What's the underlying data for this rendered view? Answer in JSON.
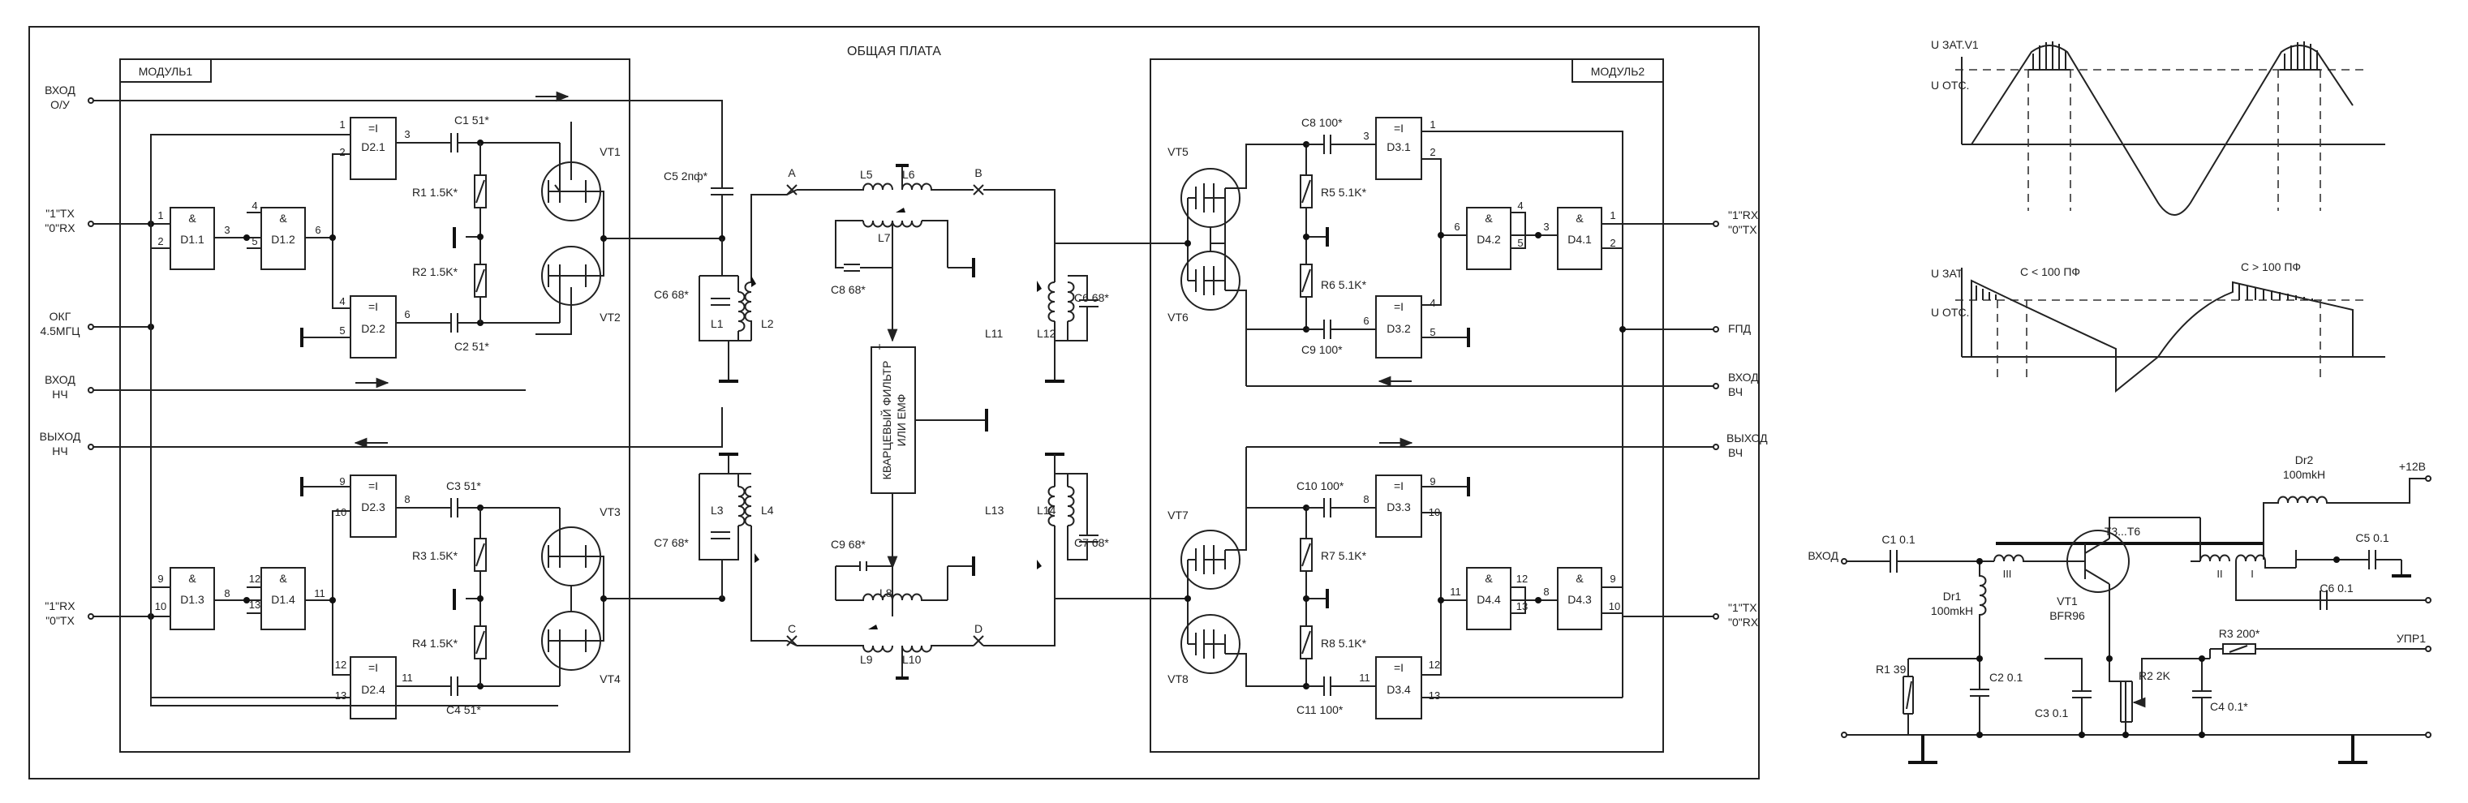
{
  "board": {
    "title": "ОБЩАЯ ПЛАТА",
    "module1": "МОДУЛЬ1",
    "module2": "МОДУЛЬ2"
  },
  "io_left": {
    "in_ov": [
      "ВХОД",
      "О/У"
    ],
    "tx_rx": [
      "\"1\"TX",
      "\"0\"RX"
    ],
    "okg": [
      "ОКГ",
      "4.5МГЦ"
    ],
    "in_nch": [
      "ВХОД",
      "НЧ"
    ],
    "out_nch": [
      "ВЫХОД",
      "НЧ"
    ],
    "rx_tx": [
      "\"1\"RX",
      "\"0\"TX"
    ]
  },
  "io_right": {
    "rx_tx": [
      "\"1\"RX",
      "\"0\"TX"
    ],
    "ftpd": "FПД",
    "in_vch": [
      "ВХОД",
      "ВЧ"
    ],
    "out_vch": [
      "ВЫХОД",
      "ВЧ"
    ],
    "tx_rx": [
      "\"1\"TX",
      "\"0\"RX"
    ]
  },
  "gates_and": {
    "and": "&",
    "xor": "=I",
    "D1_1": "D1.1",
    "D1_2": "D1.2",
    "D1_3": "D1.3",
    "D1_4": "D1.4",
    "D4_1": "D4.1",
    "D4_2": "D4.2",
    "D4_3": "D4.3",
    "D4_4": "D4.4"
  },
  "gates_xor": {
    "D2_1": "D2.1",
    "D2_2": "D2.2",
    "D2_3": "D2.3",
    "D2_4": "D2.4",
    "D3_1": "D3.1",
    "D3_2": "D3.2",
    "D3_3": "D3.3",
    "D3_4": "D3.4"
  },
  "pins": {
    "p1": "1",
    "p2": "2",
    "p3": "3",
    "p4": "4",
    "p5": "5",
    "p6": "6",
    "p8": "8",
    "p9": "9",
    "p10": "10",
    "p11": "11",
    "p12": "12",
    "p13": "13"
  },
  "components": {
    "C1": "C1 51*",
    "C2": "C2 51*",
    "C3": "C3 51*",
    "C4": "C4 51*",
    "R1": "R1 1.5K*",
    "R2": "R2 1.5K*",
    "R3": "R3 1.5K*",
    "R4": "R4 1.5K*",
    "VT1": "VT1",
    "VT2": "VT2",
    "VT3": "VT3",
    "VT4": "VT4",
    "C5": "C5 2пф*",
    "C6": "C6 68*",
    "C7": "C7 68*",
    "C8": "C8 68*",
    "C9": "C9 68*",
    "L1": "L1",
    "L2": "L2",
    "L3": "L3",
    "L4": "L4",
    "L5": "L5",
    "L6": "L6",
    "L7": "L7",
    "L8": "L8",
    "L9": "L9",
    "L10": "L10",
    "L11": "L11",
    "L12": "L12",
    "L13": "L13",
    "L14": "L14",
    "A": "A",
    "B": "B",
    "C": "C",
    "D": "D",
    "filter": [
      "КВАРЦЕВЫЙ ФИЛЬТР",
      "ИЛИ ЕМФ"
    ],
    "plus": "+",
    "VT5": "VT5",
    "VT6": "VT6",
    "VT7": "VT7",
    "VT8": "VT8",
    "R5": "R5 5.1K*",
    "R6": "R6 5.1K*",
    "R7": "R7 5.1K*",
    "R8": "R8 5.1K*",
    "C8m2": "C8 100*",
    "C9m2": "C9 100*",
    "C10m2": "C10 100*",
    "C11m2": "C11 100*",
    "C6r": "C6 68*",
    "C7r": "C7 68*"
  },
  "waveforms": {
    "top_label": "U ЗАТ.V1",
    "top_threshold": "U ОТС.",
    "bottom_label": "U ЗАТ",
    "bottom_threshold": "U ОТС.",
    "cond_small": "C < 100 ПФ",
    "cond_large": "C > 100 ПФ"
  },
  "amplifier": {
    "input": "ВХОД",
    "C1": "C1 0.1",
    "Dr1": [
      "Dr1",
      "100mkH"
    ],
    "R1": "R1 39",
    "C2": "C2 0.1",
    "C3": "C3 0.1",
    "VT1": [
      "VT1",
      "BFR96"
    ],
    "T": "T3...T6",
    "R2": "R2 2K",
    "C4": "C4 0.1*",
    "R3": "R3 200*",
    "ctrl": "УПР1",
    "Dr2": [
      "Dr2",
      "100mkH"
    ],
    "plus12": "+12В",
    "C5": "C5 0.1",
    "C6": "C6 0.1",
    "w1": "I",
    "w2": "II",
    "w3": "III"
  }
}
